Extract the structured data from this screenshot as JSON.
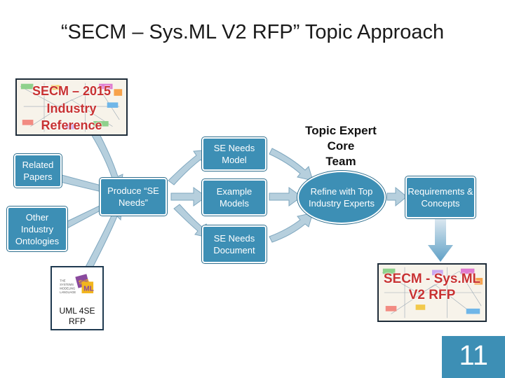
{
  "title": "“SECM – Sys.ML V2 RFP” Topic Approach",
  "inputs": {
    "secm_2015": {
      "line1": "SECM – 2015",
      "line2": "Industry",
      "line3": "Reference"
    },
    "related_papers": "Related Papers",
    "other_ontologies": "Other Industry Ontologies",
    "uml4se": "UML 4SE RFP",
    "uml4se_logo_text": "THE SYSTEMS MODELING LANGUAGE"
  },
  "process": {
    "produce": "Produce “SE Needs”"
  },
  "outputs": {
    "se_needs_model": "SE Needs Model",
    "example_models": "Example Models",
    "se_needs_document": "SE Needs Document"
  },
  "core_team": {
    "line1": "Topic Expert",
    "line2": "Core",
    "line3": "Team"
  },
  "refine": "Refine with Top Industry Experts",
  "requirements": "Requirements & Concepts",
  "result": {
    "line1": "SECM - Sys.ML",
    "line2": "V2 RFP"
  },
  "slide_number": "11",
  "colors": {
    "box_fill": "#3d8fb5",
    "arrow_fill": "#c2d6e2",
    "label_red": "#c83232"
  }
}
